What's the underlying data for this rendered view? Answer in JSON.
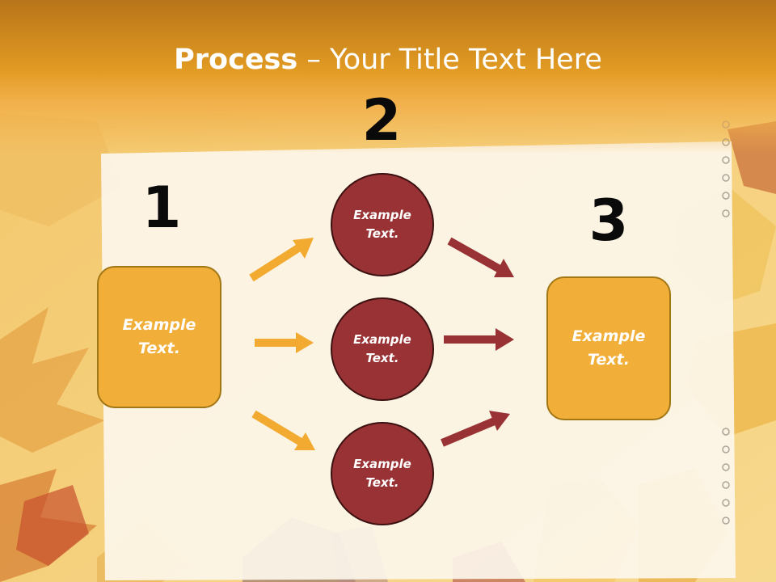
{
  "slide": {
    "title_bold": "Process",
    "title_rest": " – Your Title Text Here"
  },
  "steps": [
    {
      "number": "1",
      "box_text": "Example Text."
    },
    {
      "number": "2",
      "circles": [
        "Example Text.",
        "Example Text.",
        "Example Text."
      ]
    },
    {
      "number": "3",
      "box_text": "Example Text."
    }
  ],
  "colors": {
    "header": "#e19a22",
    "box_fill": "#f1ae38",
    "box_border": "#a27716",
    "circle_fill": "#993234",
    "arrow_orange": "#f2aa30",
    "arrow_red": "#993234"
  }
}
